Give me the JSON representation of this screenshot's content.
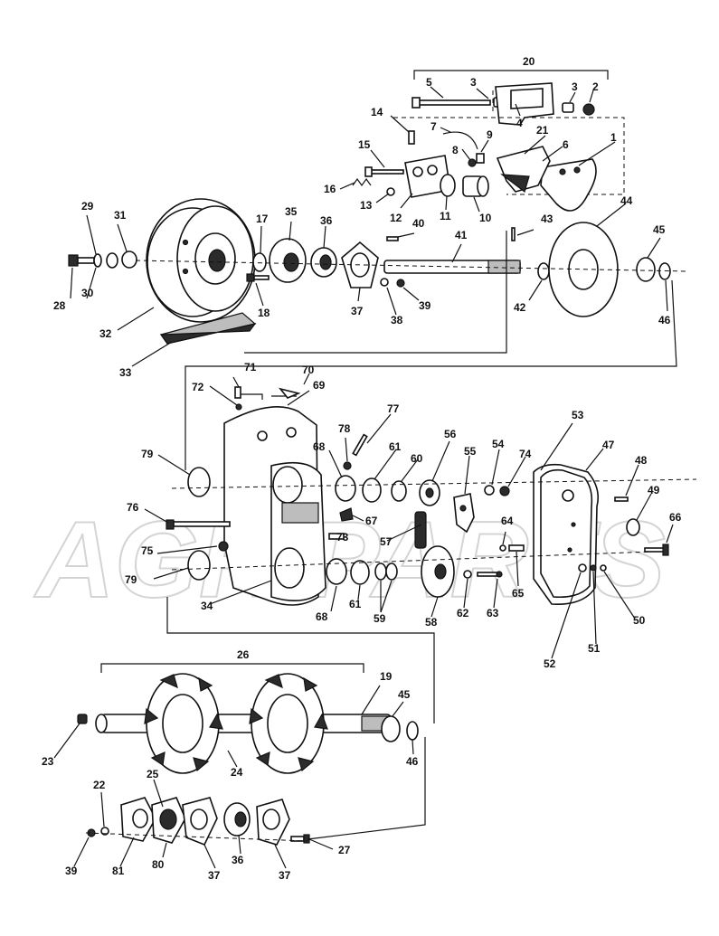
{
  "watermark": "AGRIPARTS",
  "labels": {
    "l1": "1",
    "l2": "2",
    "l3": "3",
    "l3b": "3",
    "l4": "4",
    "l5": "5",
    "l6": "6",
    "l7": "7",
    "l8": "8",
    "l9": "9",
    "l10": "10",
    "l11": "11",
    "l12": "12",
    "l13": "13",
    "l14": "14",
    "l15": "15",
    "l16": "16",
    "l17": "17",
    "l18": "18",
    "l19": "19",
    "l20": "20",
    "l21": "21",
    "l22": "22",
    "l23": "23",
    "l24": "24",
    "l25": "25",
    "l26": "26",
    "l27": "27",
    "l28": "28",
    "l29": "29",
    "l30": "30",
    "l31": "31",
    "l32": "32",
    "l33": "33",
    "l34": "34",
    "l35": "35",
    "l36": "36",
    "l36b": "36",
    "l37": "37",
    "l37b": "37",
    "l37c": "37",
    "l38": "38",
    "l39": "39",
    "l39b": "39",
    "l40": "40",
    "l41": "41",
    "l42": "42",
    "l43": "43",
    "l44": "44",
    "l45": "45",
    "l45b": "45",
    "l46": "46",
    "l46b": "46",
    "l47": "47",
    "l48": "48",
    "l49": "49",
    "l50": "50",
    "l51": "51",
    "l52": "52",
    "l53": "53",
    "l54": "54",
    "l55": "55",
    "l56": "56",
    "l57": "57",
    "l58": "58",
    "l59": "59",
    "l60": "60",
    "l61": "61",
    "l61b": "61",
    "l62": "62",
    "l63": "63",
    "l64": "64",
    "l65": "65",
    "l66": "66",
    "l67": "67",
    "l68": "68",
    "l68b": "68",
    "l69": "69",
    "l70": "70",
    "l71": "71",
    "l72": "72",
    "l73": "73",
    "l74": "74",
    "l75": "75",
    "l76": "76",
    "l77": "77",
    "l78": "78",
    "l79": "79",
    "l79b": "79",
    "l80": "80",
    "l81": "81"
  }
}
